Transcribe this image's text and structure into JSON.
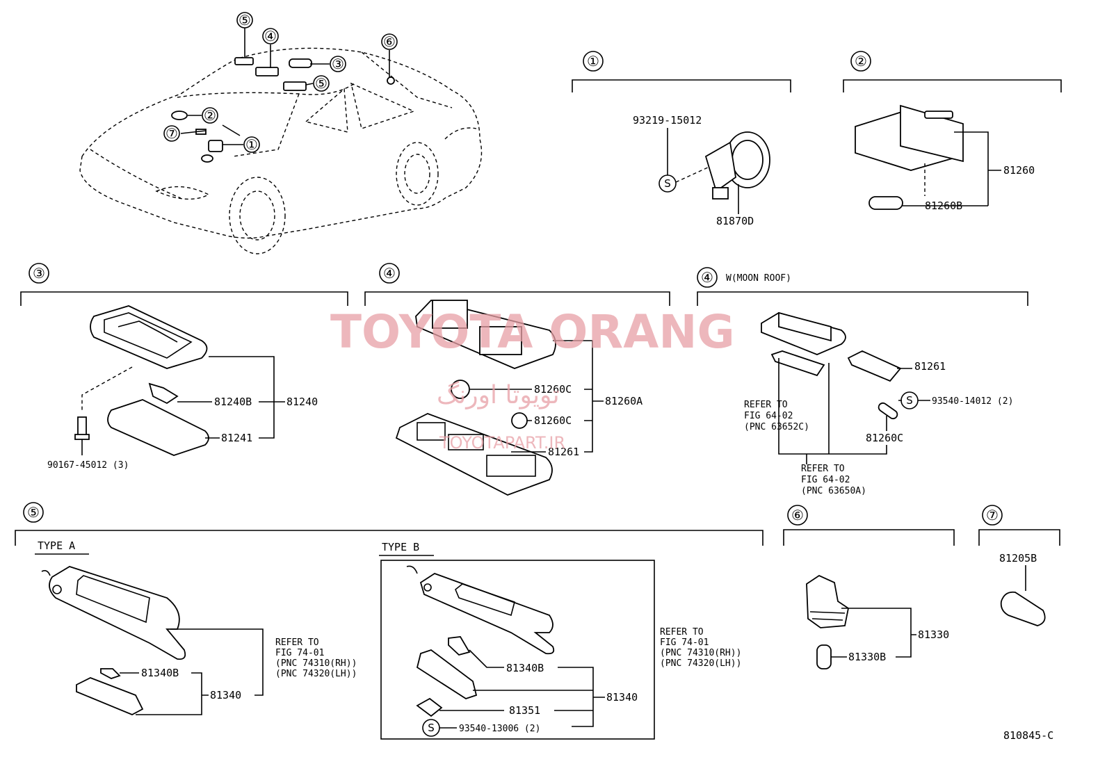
{
  "sections": {
    "s1": "①",
    "s2": "②",
    "s3": "③",
    "s4": "④",
    "s4w": "④",
    "s5": "⑤",
    "s6": "⑥",
    "s7": "⑦",
    "s4w_note": "W(MOON ROOF)"
  },
  "car_callouts": [
    "⑤",
    "④",
    "③",
    "⑤",
    "⑥",
    "②",
    "⑦",
    "①"
  ],
  "screw_symbol": "S",
  "parts": {
    "p93219": "93219-15012",
    "p81870D": "81870D",
    "p81260": "81260",
    "p81260B": "81260B",
    "p81240B": "81240B",
    "p81240": "81240",
    "p81241": "81241",
    "p90167": "90167-45012 (3)",
    "p81260C_a": "81260C",
    "p81260A": "81260A",
    "p81260C_b": "81260C",
    "p81261_a": "81261",
    "p81261_b": "81261",
    "p93540_14012": "93540-14012 (2)",
    "p81260C_c": "81260C",
    "p81340B_a": "81340B",
    "p81340_a": "81340",
    "p81340B_b": "81340B",
    "p81340_b": "81340",
    "p81351": "81351",
    "p93540_13006": "93540-13006 (2)",
    "p81330": "81330",
    "p81330B": "81330B",
    "p81205B": "81205B"
  },
  "refs": {
    "r1": [
      "REFER TO",
      "FIG 64-02",
      "(PNC 63652C)"
    ],
    "r2": [
      "REFER TO",
      "FIG 64-02",
      "(PNC 63650A)"
    ],
    "r3": [
      "REFER TO",
      "FIG 74-01",
      "(PNC 74310(RH))",
      "(PNC 74320(LH))"
    ],
    "r4": [
      "REFER TO",
      "FIG 74-01",
      "(PNC 74310(RH))",
      "(PNC 74320(LH))"
    ]
  },
  "type_a": "TYPE A",
  "type_b": "TYPE B",
  "diagram_code": "810845-C",
  "watermark": {
    "main": "TOYOTA ORANG",
    "persian": "تویوتا اورنگ",
    "site": "TOYOTAPART.IR"
  }
}
